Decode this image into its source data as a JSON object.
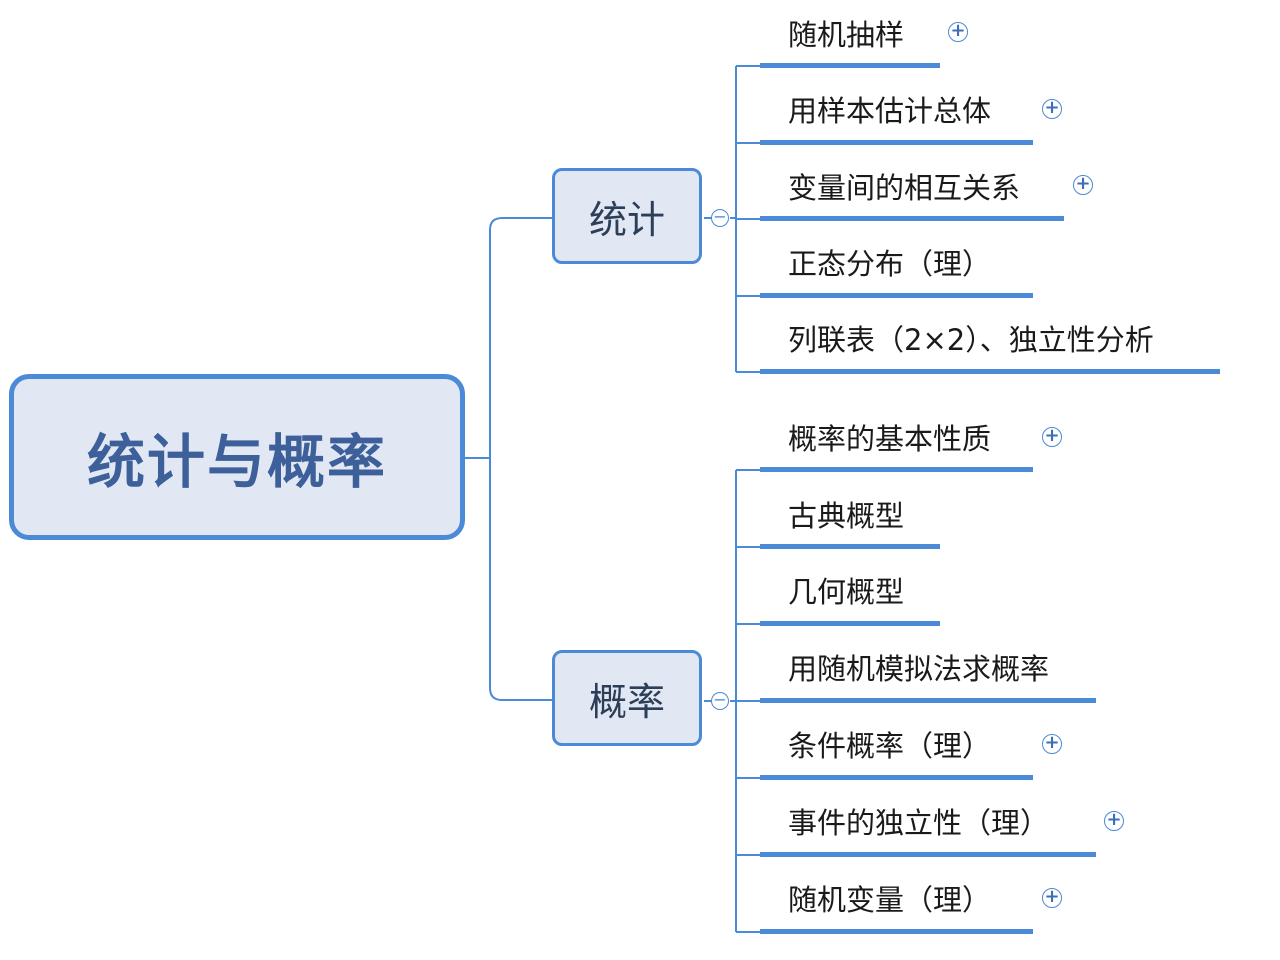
{
  "colors": {
    "accent": "#4a8ad6",
    "node_fill": "#e1e8f3",
    "root_text": "#3d5f9a"
  },
  "root": {
    "label": "统计与概率"
  },
  "branches": [
    {
      "label": "统计",
      "collapse_icon": "minus-circle-icon",
      "children": [
        {
          "label": "随机抽样",
          "expandable": true
        },
        {
          "label": "用样本估计总体",
          "expandable": true
        },
        {
          "label": "变量间的相互关系",
          "expandable": true
        },
        {
          "label": "正态分布（理）",
          "expandable": false
        },
        {
          "label": "列联表（2×2）、独立性分析",
          "expandable": false
        }
      ]
    },
    {
      "label": "概率",
      "collapse_icon": "minus-circle-icon",
      "children": [
        {
          "label": "概率的基本性质",
          "expandable": true
        },
        {
          "label": "古典概型",
          "expandable": false
        },
        {
          "label": "几何概型",
          "expandable": false
        },
        {
          "label": "用随机模拟法求概率",
          "expandable": false
        },
        {
          "label": "条件概率（理）",
          "expandable": true
        },
        {
          "label": "事件的独立性（理）",
          "expandable": true
        },
        {
          "label": "随机变量（理）",
          "expandable": true
        }
      ]
    }
  ],
  "symbols": {
    "expand": "+",
    "collapse": "−"
  }
}
